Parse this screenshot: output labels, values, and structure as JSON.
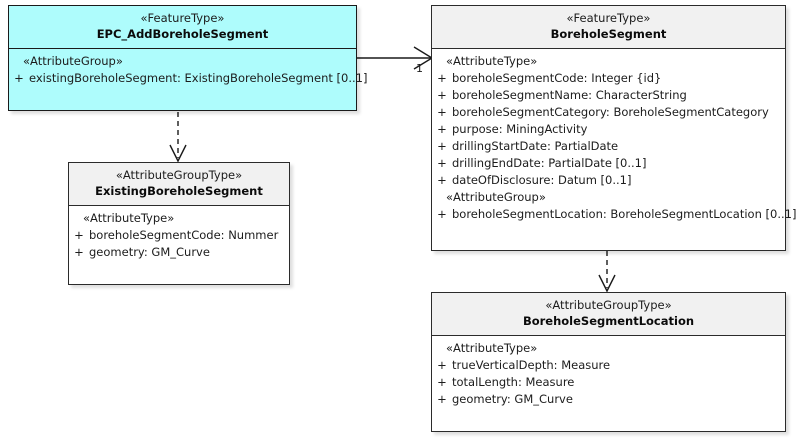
{
  "diagram": {
    "type": "uml-class-diagram",
    "background_color": "#ffffff",
    "highlight_color": "#aefcfc",
    "header_color": "#f1f1f1",
    "border_color": "#2b2b2b"
  },
  "classes": {
    "epc_add_borehole_segment": {
      "stereotype": "«FeatureType»",
      "name": "EPC_AddBoreholeSegment",
      "highlighted": true,
      "compartments": [
        {
          "stereotype": "«AttributeGroup»",
          "attributes": [
            {
              "visibility": "+",
              "text": "existingBoreholeSegment: ExistingBoreholeSegment [0..1]"
            }
          ]
        }
      ]
    },
    "borehole_segment": {
      "stereotype": "«FeatureType»",
      "name": "BoreholeSegment",
      "highlighted": false,
      "compartments": [
        {
          "stereotype": "«AttributeType»",
          "attributes": [
            {
              "visibility": "+",
              "text": "boreholeSegmentCode: Integer {id}"
            },
            {
              "visibility": "+",
              "text": "boreholeSegmentName: CharacterString"
            },
            {
              "visibility": "+",
              "text": "boreholeSegmentCategory: BoreholeSegmentCategory"
            },
            {
              "visibility": "+",
              "text": "purpose: MiningActivity"
            },
            {
              "visibility": "+",
              "text": "drillingStartDate: PartialDate"
            },
            {
              "visibility": "+",
              "text": "drillingEndDate: PartialDate [0..1]"
            },
            {
              "visibility": "+",
              "text": "dateOfDisclosure: Datum [0..1]"
            }
          ]
        },
        {
          "stereotype": "«AttributeGroup»",
          "attributes": [
            {
              "visibility": "+",
              "text": "boreholeSegmentLocation: BoreholeSegmentLocation [0..1]"
            }
          ]
        }
      ]
    },
    "existing_borehole_segment": {
      "stereotype": "«AttributeGroupType»",
      "name": "ExistingBoreholeSegment",
      "highlighted": false,
      "compartments": [
        {
          "stereotype": "«AttributeType»",
          "attributes": [
            {
              "visibility": "+",
              "text": "boreholeSegmentCode: Nummer"
            },
            {
              "visibility": "+",
              "text": "geometry: GM_Curve"
            }
          ]
        }
      ]
    },
    "borehole_segment_location": {
      "stereotype": "«AttributeGroupType»",
      "name": "BoreholeSegmentLocation",
      "highlighted": false,
      "compartments": [
        {
          "stereotype": "«AttributeType»",
          "attributes": [
            {
              "visibility": "+",
              "text": "trueVerticalDepth: Measure"
            },
            {
              "visibility": "+",
              "text": "totalLength: Measure"
            },
            {
              "visibility": "+",
              "text": "geometry: GM_Curve"
            }
          ]
        }
      ]
    }
  },
  "connectors": {
    "association": {
      "style": "solid-open-arrow",
      "from": "EPC_AddBoreholeSegment",
      "to": "BoreholeSegment",
      "target_multiplicity": "1"
    },
    "dependency_left": {
      "style": "dashed-open-arrow",
      "from": "EPC_AddBoreholeSegment",
      "to": "ExistingBoreholeSegment"
    },
    "dependency_right": {
      "style": "dashed-open-arrow",
      "from": "BoreholeSegment",
      "to": "BoreholeSegmentLocation"
    }
  }
}
